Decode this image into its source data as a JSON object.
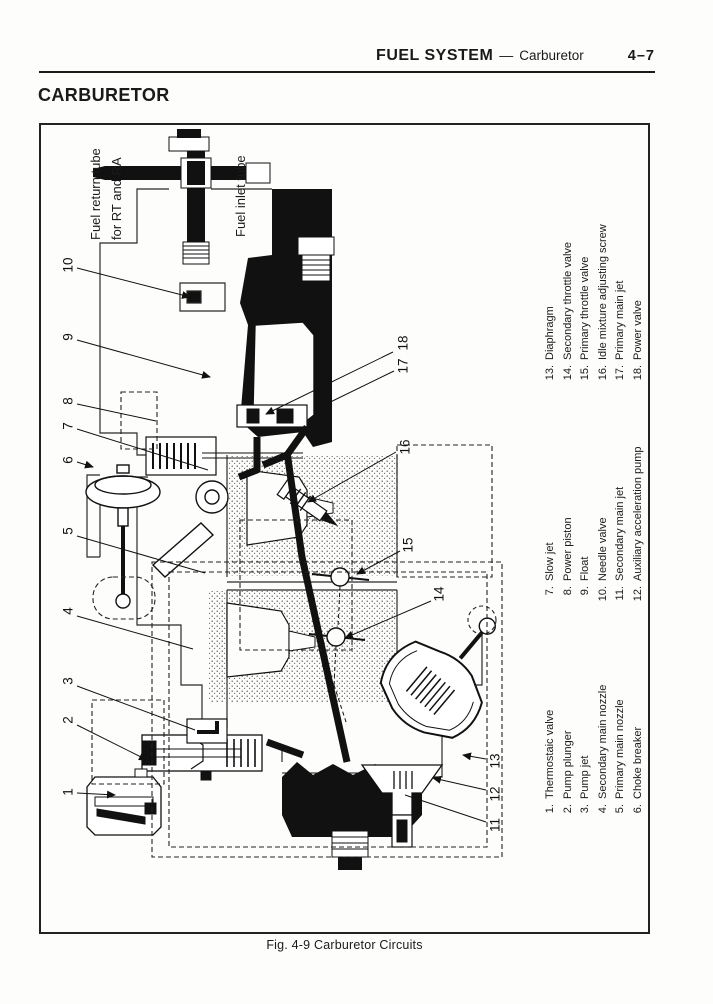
{
  "header": {
    "section": "FUEL SYSTEM",
    "separator": "—",
    "subsection": "Carburetor",
    "page_number": "4–7"
  },
  "title": "CARBURETOR",
  "figure": {
    "caption": "Fig. 4-9  Carburetor Circuits",
    "tube_labels": {
      "return": [
        "Fuel return tube",
        "for RT and RA"
      ],
      "inlet": "Fuel inlet tube"
    },
    "parts_columns": [
      [
        {
          "num": "1.",
          "name": "Thermostaic valve"
        },
        {
          "num": "2.",
          "name": "Pump plunger"
        },
        {
          "num": "3.",
          "name": "Pump jet"
        },
        {
          "num": "4.",
          "name": "Secondary main nozzle"
        },
        {
          "num": "5.",
          "name": "Primary main nozzle"
        },
        {
          "num": "6.",
          "name": "Choke breaker"
        }
      ],
      [
        {
          "num": "7.",
          "name": "Slow jet"
        },
        {
          "num": "8.",
          "name": "Power piston"
        },
        {
          "num": "9.",
          "name": "Float"
        },
        {
          "num": "10.",
          "name": "Needle valve"
        },
        {
          "num": "11.",
          "name": "Secondary main jet"
        },
        {
          "num": "12.",
          "name": "Auxiliary acceleration pump"
        }
      ],
      [
        {
          "num": "13.",
          "name": "Diaphragm"
        },
        {
          "num": "14.",
          "name": "Secondary throttle valve"
        },
        {
          "num": "15.",
          "name": "Primary throttle valve"
        },
        {
          "num": "16.",
          "name": "Idle mixture adjusting screw"
        },
        {
          "num": "17.",
          "name": "Primary main jet"
        },
        {
          "num": "18.",
          "name": "Power valve"
        }
      ]
    ],
    "callouts": [
      "1",
      "2",
      "3",
      "4",
      "5",
      "6",
      "7",
      "8",
      "9",
      "10",
      "11",
      "12",
      "13",
      "14",
      "15",
      "16",
      "17",
      "18"
    ]
  }
}
